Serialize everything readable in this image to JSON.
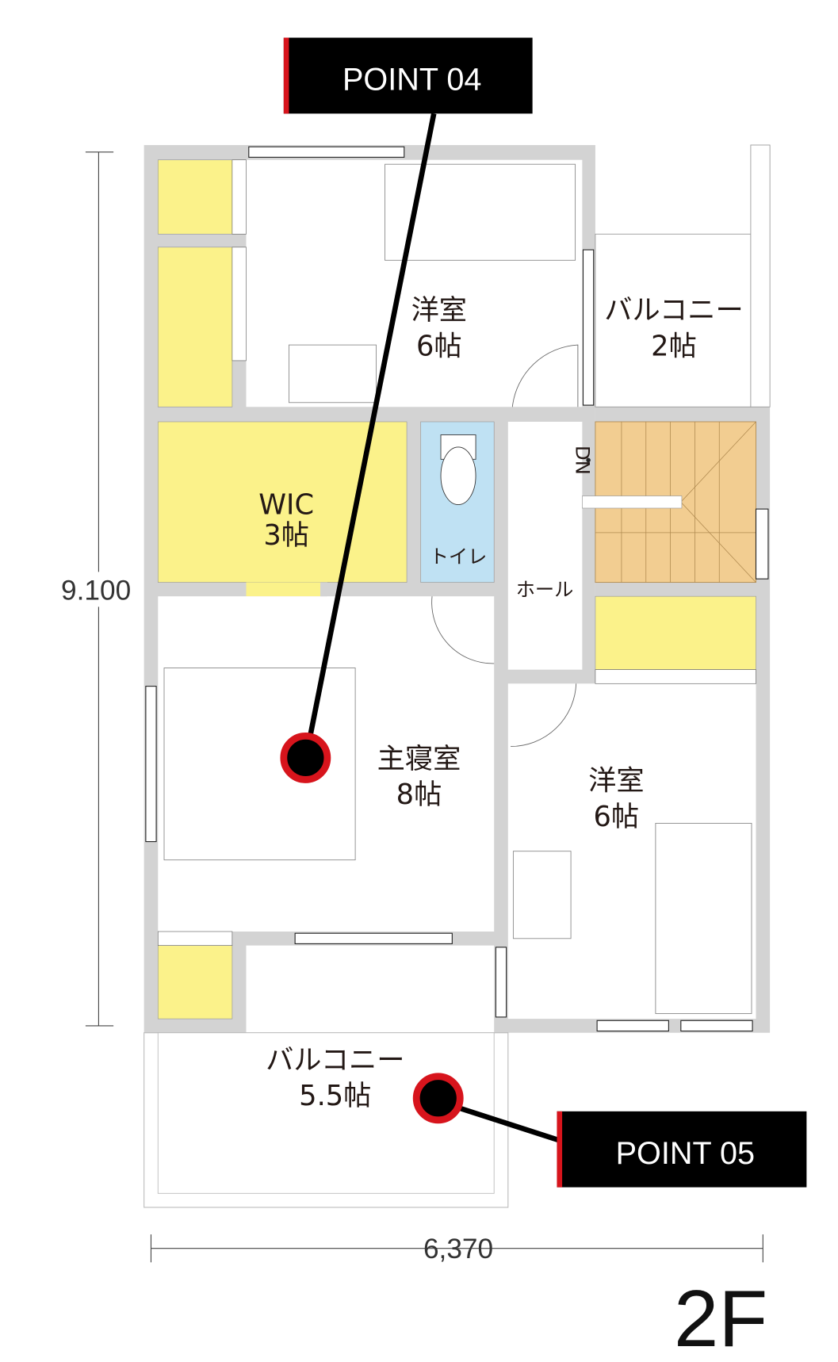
{
  "floor": "2F",
  "dimensions": {
    "vertical": "9.100",
    "horizontal": "6,370"
  },
  "points": [
    {
      "label": "POINT 04"
    },
    {
      "label": "POINT 05"
    }
  ],
  "rooms": {
    "western_top": {
      "name": "洋室",
      "size": "6帖"
    },
    "balcony_small": {
      "name": "バルコニー",
      "size": "2帖"
    },
    "wic": {
      "name": "WIC",
      "size": "3帖"
    },
    "toilet": {
      "name": "トイレ"
    },
    "hall": {
      "name": "ホール"
    },
    "stairs": {
      "name": "DN"
    },
    "master": {
      "name": "主寝室",
      "size": "8帖"
    },
    "western_right": {
      "name": "洋室",
      "size": "6帖"
    },
    "balcony_large": {
      "name": "バルコニー",
      "size": "5.5帖"
    }
  },
  "colors": {
    "wall": "#d3d3d3",
    "closet": "#fbf28a",
    "toilet": "#bfe1f3",
    "stairs": "#f2cd91",
    "marker": "#d7141c",
    "label_bg": "#000000"
  }
}
